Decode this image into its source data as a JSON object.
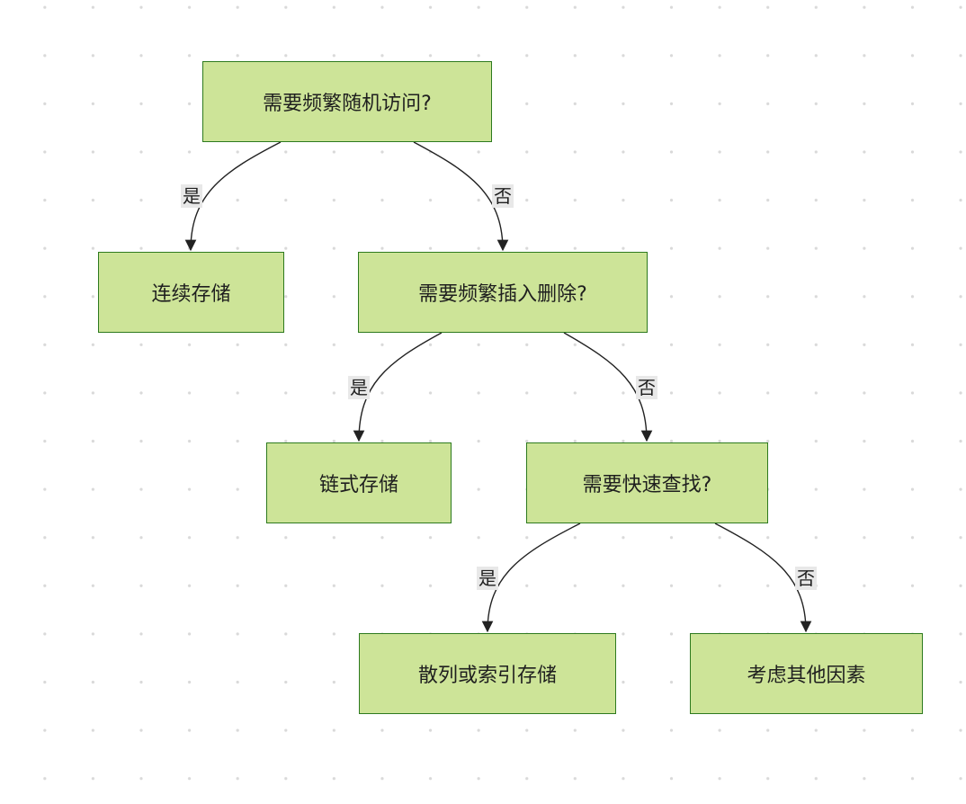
{
  "diagram": {
    "nodes": {
      "q1": "需要频繁随机访问?",
      "r1": "连续存储",
      "q2": "需要频繁插入删除?",
      "r2": "链式存储",
      "q3": "需要快速查找?",
      "r3": "散列或索引存储",
      "r4": "考虑其他因素"
    },
    "edges": {
      "q1_r1": "是",
      "q1_q2": "否",
      "q2_r2": "是",
      "q2_q3": "否",
      "q3_r3": "是",
      "q3_r4": "否"
    },
    "colors": {
      "node_fill": "#cde498",
      "node_border": "#2d7a1e",
      "edge_stroke": "#222222",
      "label_bg": "#e8e8e8"
    }
  }
}
